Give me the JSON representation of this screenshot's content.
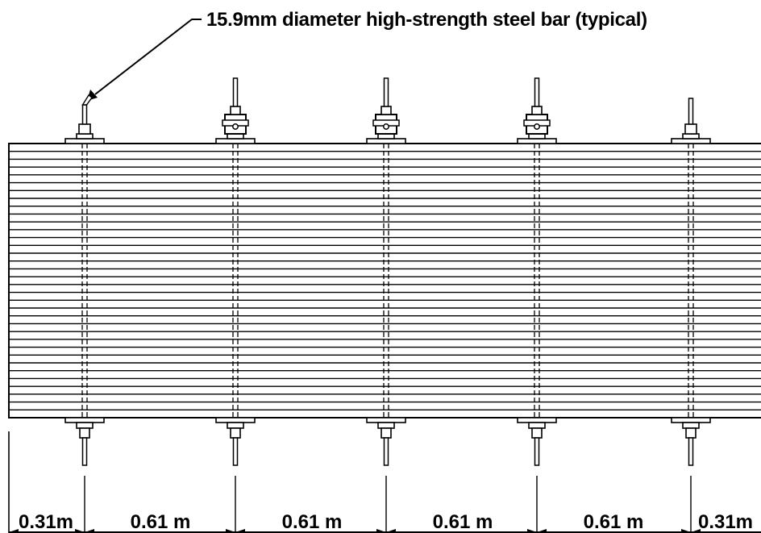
{
  "callout": {
    "text": "15.9mm diameter high-strength steel bar (typical)"
  },
  "bar_count": 5,
  "deck": {
    "lamination_lines": 34
  },
  "dimensions": [
    {
      "label": "0.31m",
      "span_m": 0.31
    },
    {
      "label": "0.61 m",
      "span_m": 0.61
    },
    {
      "label": "0.61 m",
      "span_m": 0.61
    },
    {
      "label": "0.61 m",
      "span_m": 0.61
    },
    {
      "label": "0.61 m",
      "span_m": 0.61
    },
    {
      "label": "0.31m",
      "span_m": 0.31
    }
  ],
  "colors": {
    "line": "#000000",
    "background": "#ffffff"
  }
}
